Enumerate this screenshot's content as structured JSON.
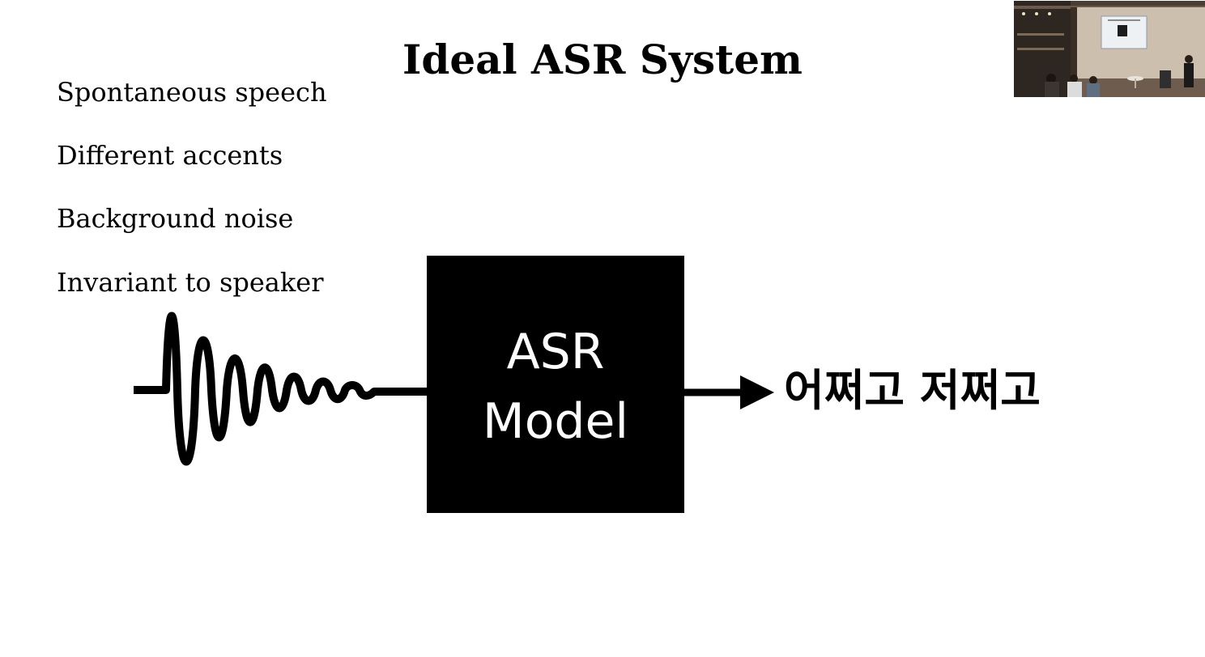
{
  "slide": {
    "title": "Ideal ASR System",
    "bullets": [
      "Spontaneous speech",
      "Different accents",
      "Background noise",
      "Invariant to speaker"
    ]
  },
  "diagram": {
    "input_icon": "sound-wave-icon",
    "model_box": {
      "line1": "ASR",
      "line2": "Model"
    },
    "arrow_icon": "arrow-right-icon",
    "output_text": "어쩌고 저쩌고"
  },
  "webcam": {
    "content": "presenter-video-thumbnail"
  },
  "colors": {
    "background": "#ffffff",
    "foreground": "#000000",
    "model_text": "#ffffff"
  }
}
